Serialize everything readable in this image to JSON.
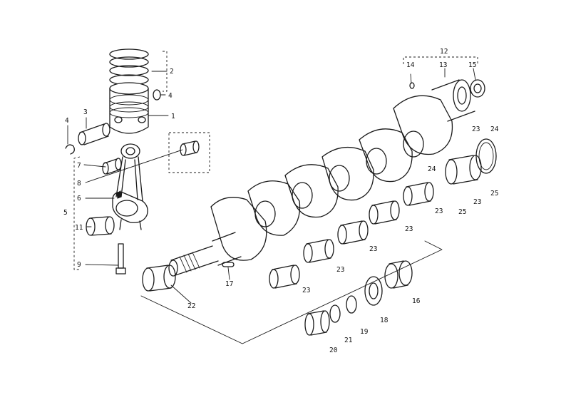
{
  "labels": {
    "1": "1",
    "2": "2",
    "3": "3",
    "4a": "4",
    "4b": "4",
    "5": "5",
    "6": "6",
    "7": "7",
    "8": "8",
    "9": "9",
    "11": "11",
    "12": "12",
    "13": "13",
    "14": "14",
    "15": "15",
    "16": "16",
    "17": "17",
    "18": "18",
    "19": "19",
    "20": "20",
    "21": "21",
    "22": "22",
    "23": "23",
    "24": "24",
    "25": "25"
  }
}
